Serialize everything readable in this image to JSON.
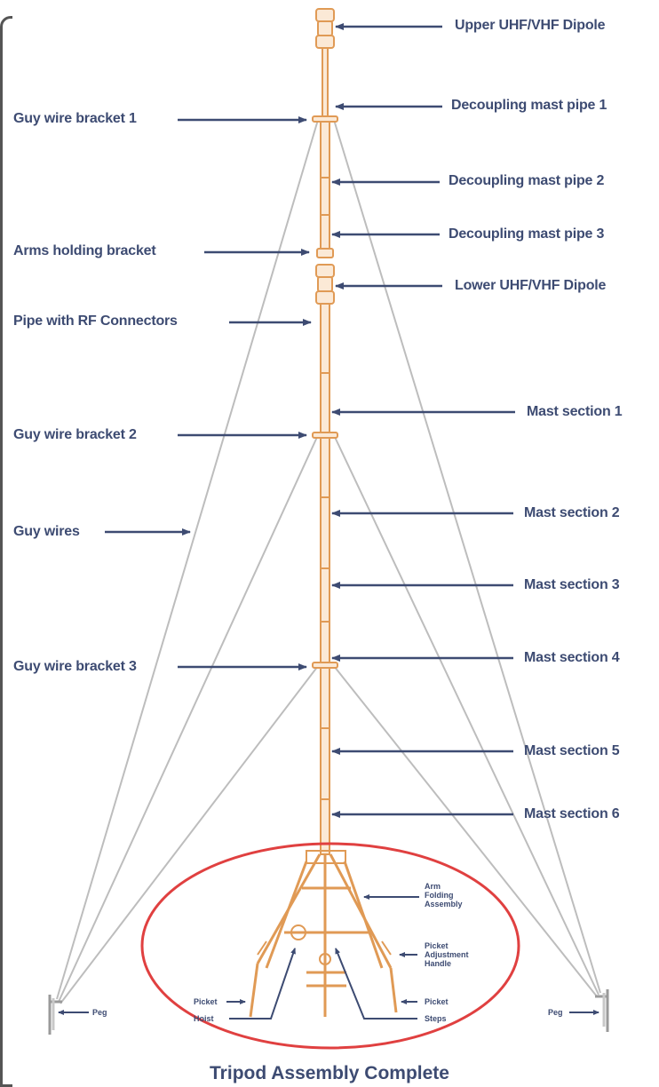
{
  "labels": {
    "upper_dipole": "Upper UHF/VHF Dipole",
    "decoupling_1": "Decoupling mast pipe 1",
    "decoupling_2": "Decoupling mast pipe 2",
    "decoupling_3": "Decoupling mast pipe 3",
    "lower_dipole": "Lower UHF/VHF Dipole",
    "guy_bracket_1": "Guy wire  bracket 1",
    "arms_bracket": "Arms holding bracket",
    "pipe_rf": "Pipe with RF Connectors",
    "guy_bracket_2": "Guy wire  bracket 2",
    "guy_wires": "Guy wires",
    "guy_bracket_3": "Guy wire  bracket 3",
    "mast_1": "Mast section 1",
    "mast_2": "Mast section 2",
    "mast_3": "Mast section 3",
    "mast_4": "Mast section 4",
    "mast_5": "Mast section 5",
    "mast_6": "Mast section 6",
    "arm_folding_1": "Arm",
    "arm_folding_2": "Folding",
    "arm_folding_3": "Assembly",
    "picket_adj_1": "Picket",
    "picket_adj_2": "Adjustment",
    "picket_adj_3": "Handle",
    "picket_steps_1": "Picket",
    "picket_steps_2": "Steps",
    "picket_hoist_1": "Picket",
    "picket_hoist_2": "Hoist",
    "peg_left": "Peg",
    "peg_right": "Peg",
    "title": "Tripod Assembly Complete"
  },
  "colors": {
    "label": "#3d4b72",
    "mast": "#e09a55",
    "guy_wire": "#bdbdbd",
    "ellipse": "#e04040"
  }
}
